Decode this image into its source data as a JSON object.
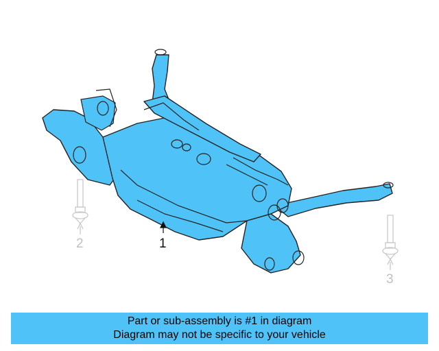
{
  "diagram": {
    "part_color": "#4fc3f7",
    "outline_color": "#222222",
    "ghost_color": "#c8c8c8",
    "callouts": [
      {
        "label": "1",
        "color": "#111111"
      },
      {
        "label": "2",
        "color": "#c0c0c0"
      },
      {
        "label": "3",
        "color": "#c0c0c0"
      }
    ]
  },
  "banner": {
    "line1": "Part or sub-assembly is #1 in diagram",
    "line2": "Diagram may not be specific to your vehicle",
    "color": "#4fc3f7"
  }
}
